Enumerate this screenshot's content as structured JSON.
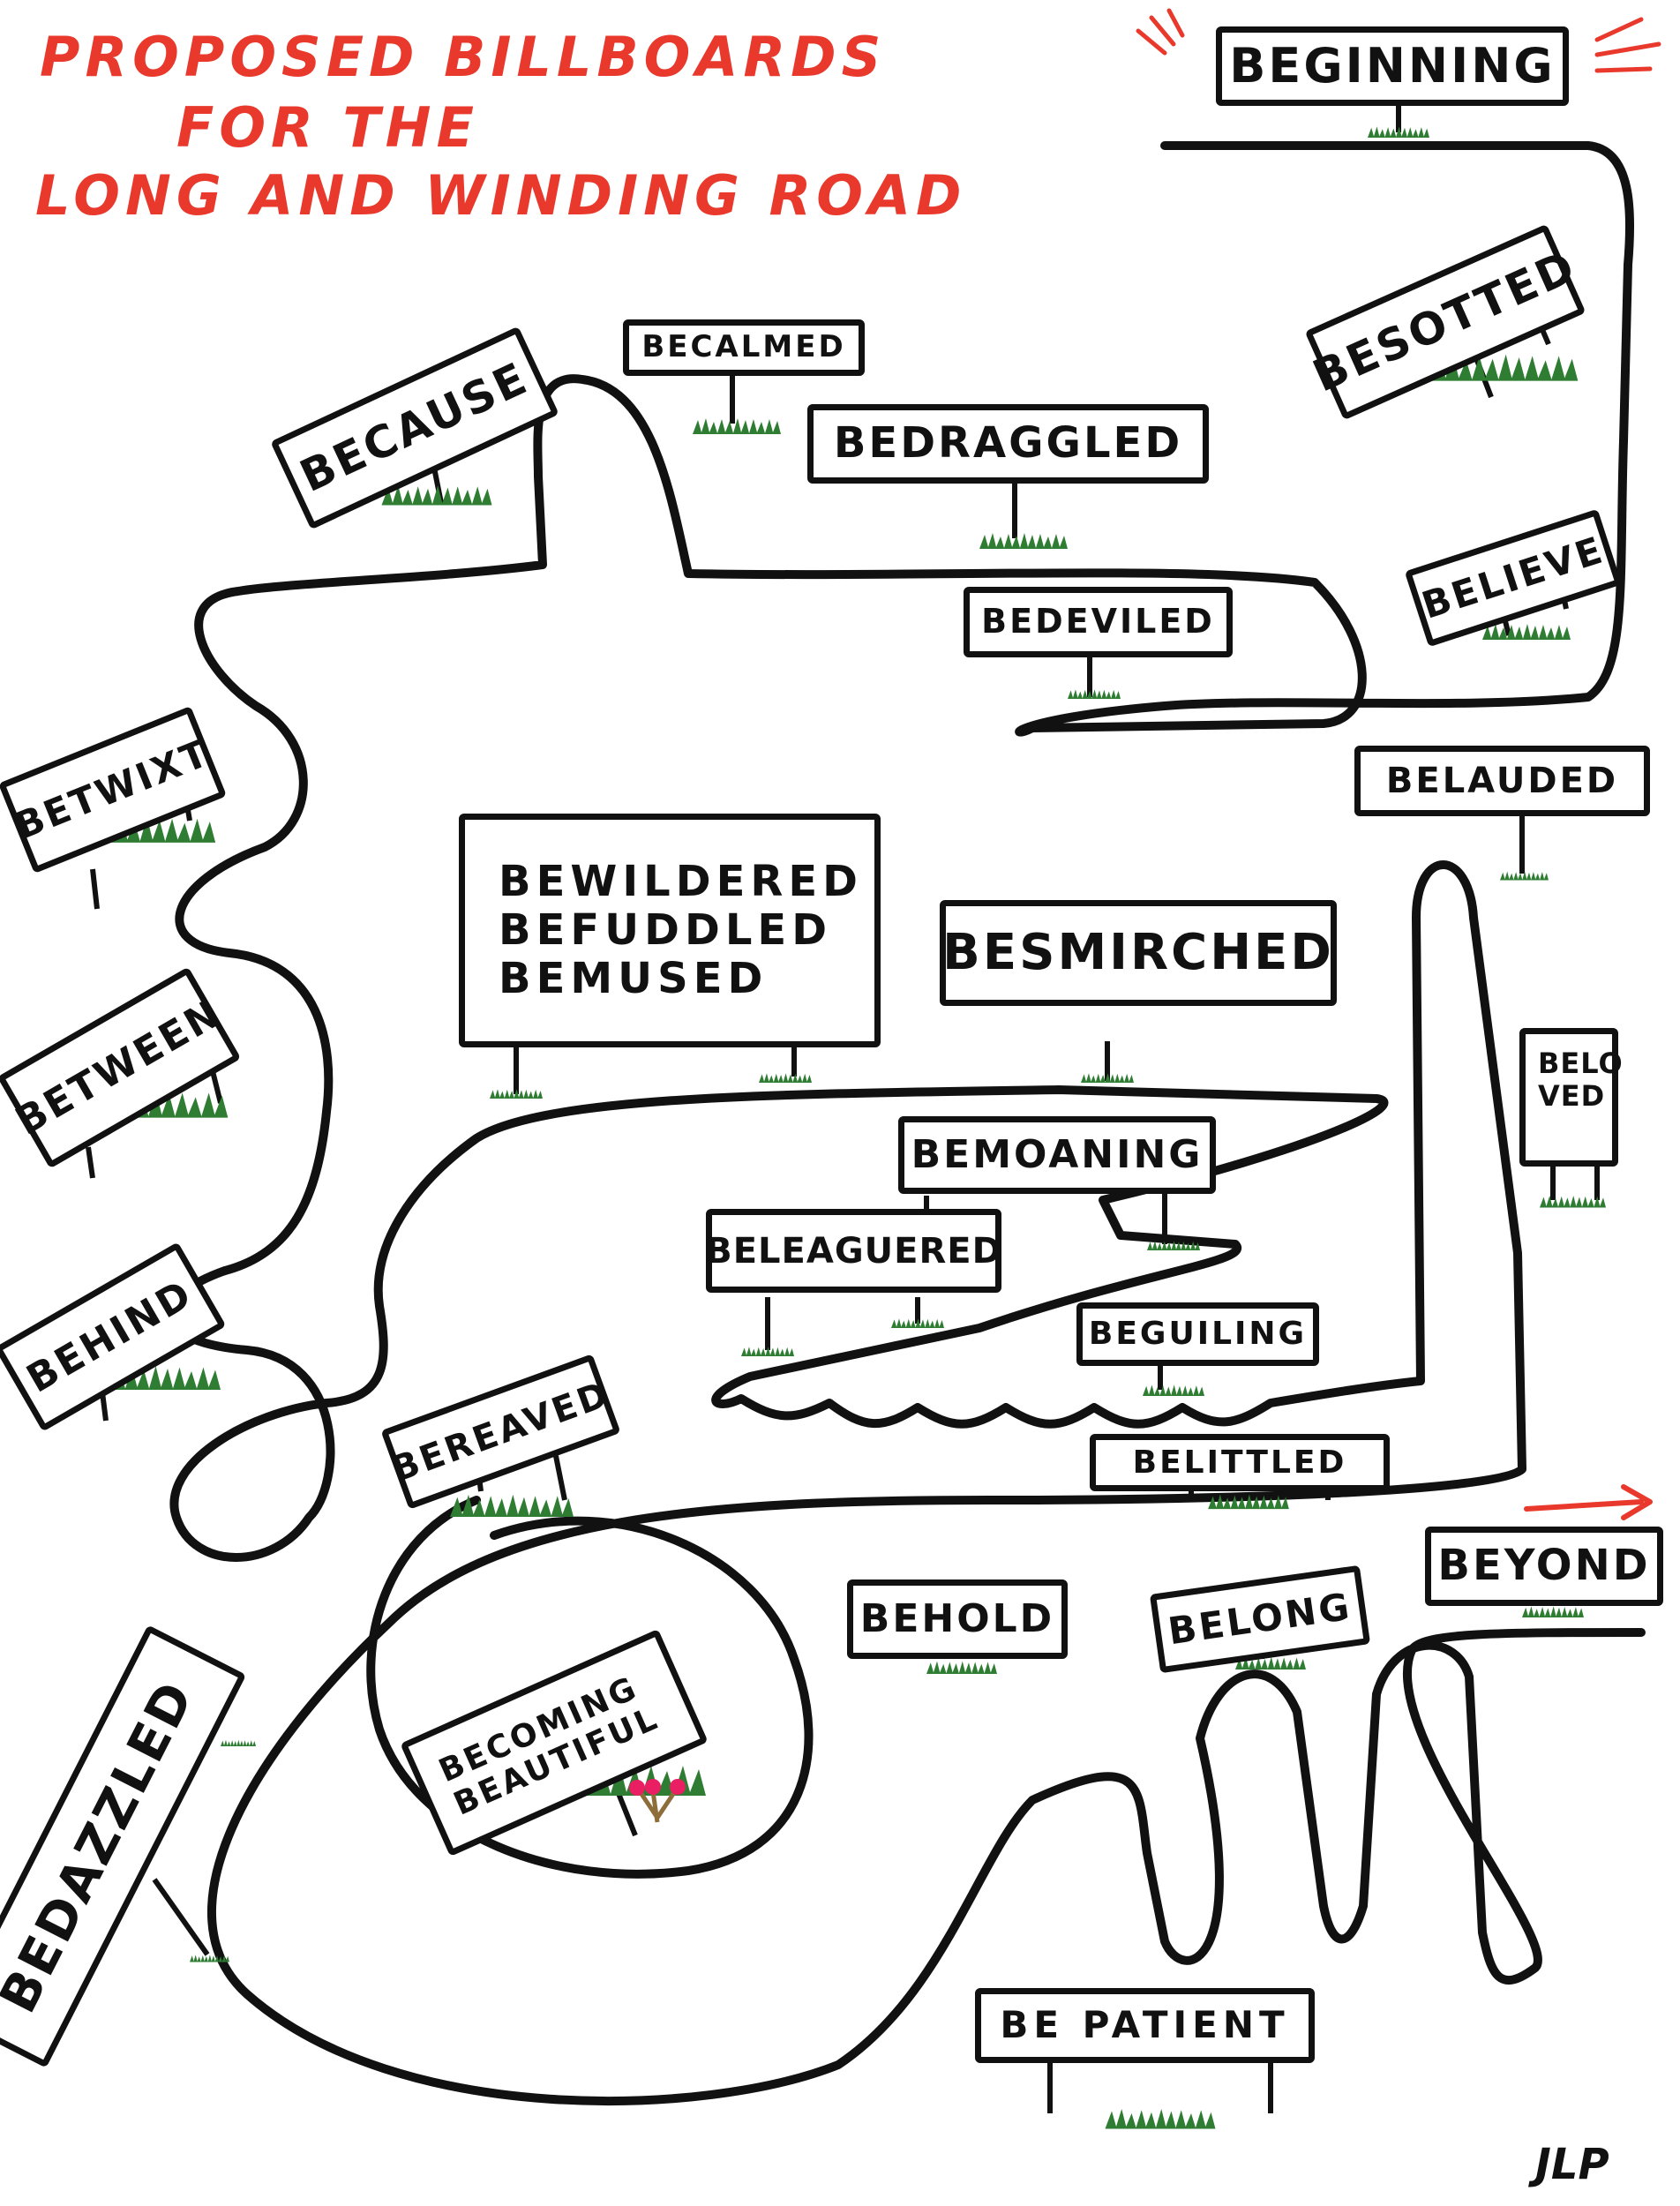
{
  "title": {
    "line1": "PROPOSED BILLBOARDS",
    "line2": "FOR THE",
    "line3": "LONG AND WINDING ROAD",
    "color": "#e8392c"
  },
  "signs": {
    "beginning": "BEGINNING",
    "besotted": "BESOTTED",
    "believe": "BELIEVE",
    "becalmed": "BECALMED",
    "because": "BECAUSE",
    "bedraggled": "BEDRAGGLED",
    "bedeviled": "BEDEVILED",
    "betwixt": "BETWIXT",
    "between": "BETWEEN",
    "behind": "BEHIND",
    "bewildered": "BEWILDERED",
    "befuddled": "BEFUDDLED",
    "bemused": "BEMUSED",
    "besmirched": "BESMIRCHED",
    "belauded": "BELAUDED",
    "beloved_1": "BELO",
    "beloved_2": "VED",
    "bemoaning": "BEMOANING",
    "beleaguered": "BELEAGUERED",
    "beguiling": "BEGUILING",
    "belittled": "BELITTLED",
    "bereaved": "BEREAVED",
    "beyond": "BEYOND",
    "behold": "BEHOLD",
    "belong": "BELONG",
    "bedazzled": "BEDAZZLED",
    "becoming_1": "BECOMING",
    "becoming_2": "BEAUTIFUL",
    "be_patient": "BE PATIENT"
  },
  "signature": "JLP",
  "colors": {
    "road": "#111111",
    "grass": "#2e7d32",
    "accent": "#e8392c",
    "heart": "#e53935",
    "flower": "#e91e63",
    "stem": "#8d6e3a"
  }
}
